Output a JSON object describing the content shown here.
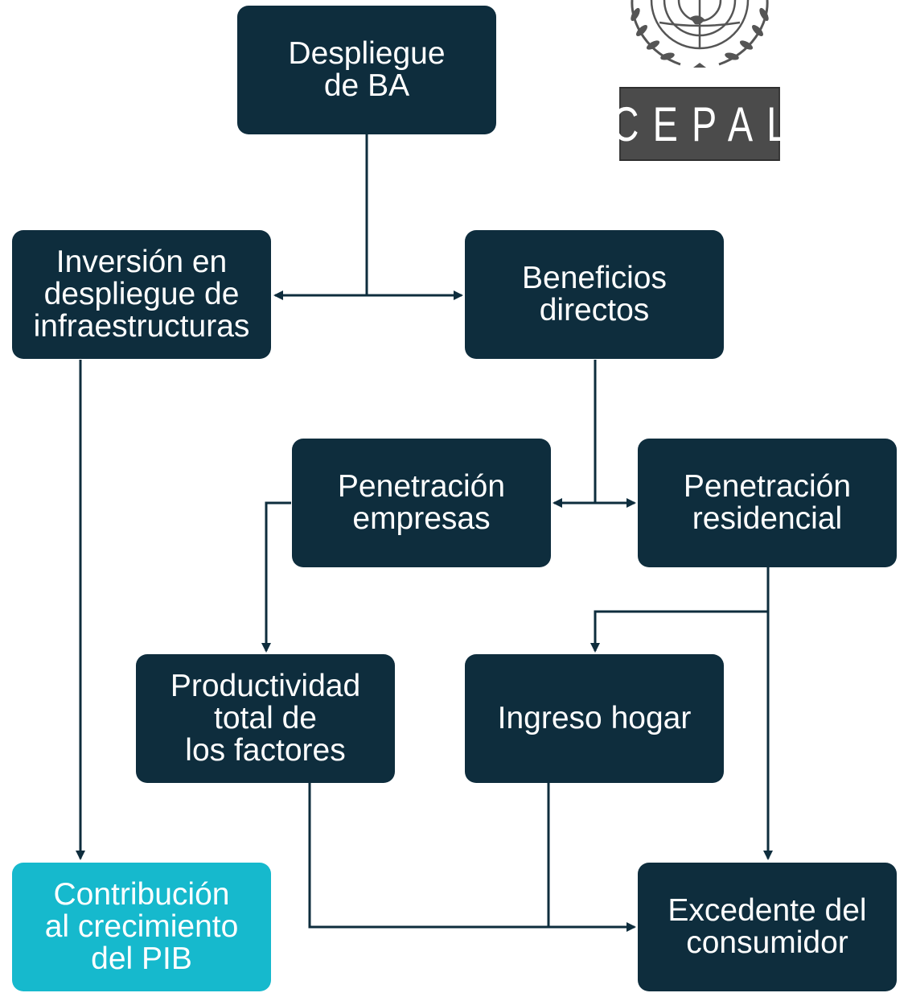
{
  "nodes": {
    "despliegue_ba": "Despliegue\nde BA",
    "inversion": "Inversión en\ndespliegue de\ninfraestructuras",
    "beneficios": "Beneficios\ndirectos",
    "penetracion_empresas": "Penetración\nempresas",
    "penetracion_residencial": "Penetración\nresidencial",
    "productividad": "Productividad\ntotal de\nlos factores",
    "ingreso_hogar": "Ingreso hogar",
    "contribucion_pib": "Contribución\nal crecimiento\ndel PIB",
    "excedente": "Excedente del\nconsumidor"
  },
  "logo": {
    "wordmark": "CEPAL"
  },
  "colors": {
    "node_fill": "#0e2d3d",
    "accent_fill": "#16b9cd",
    "connector": "#0e2d3d"
  }
}
